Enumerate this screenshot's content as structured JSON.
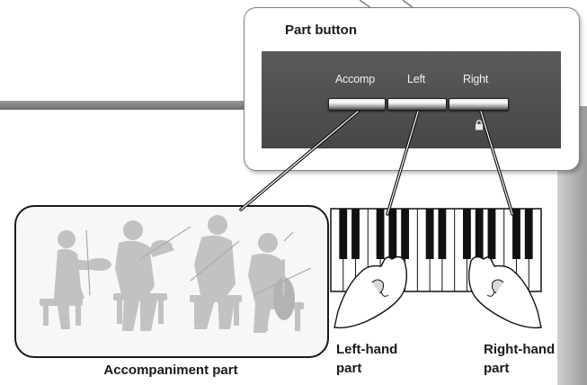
{
  "callout": {
    "title": "Part button",
    "buttons": [
      {
        "label": "Accomp"
      },
      {
        "label": "Left"
      },
      {
        "label": "Right"
      }
    ]
  },
  "parts": {
    "accompaniment_label": "Accompaniment part",
    "left_hand_label": "Left-hand\npart",
    "right_hand_label": "Right-hand\npart"
  },
  "colors": {
    "panel": "#4f4f4f",
    "line": "#111111",
    "silhouette": "#bdbdbd"
  },
  "icons": [
    "lock-icon"
  ]
}
